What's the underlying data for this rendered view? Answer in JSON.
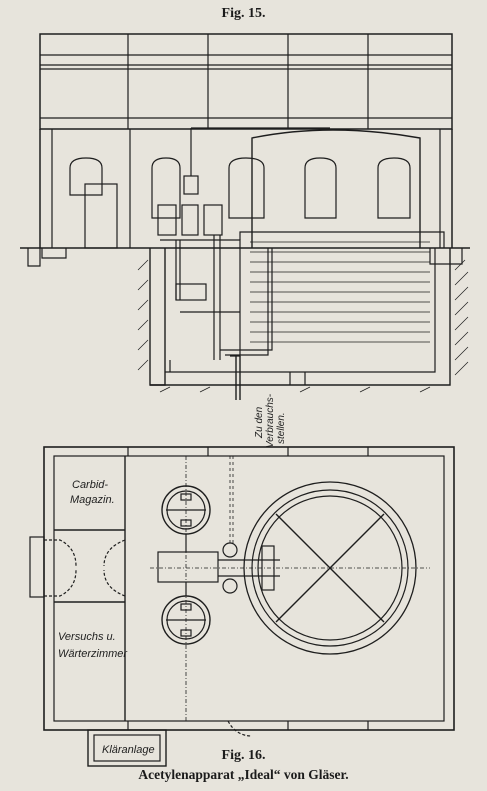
{
  "captions": {
    "fig15": "Fig. 15.",
    "fig16": "Fig. 16.",
    "title": "Acetylenapparat „Ideal“ von Gläser."
  },
  "labels": {
    "pipe_line1": "Zu den",
    "pipe_line2": "Verbrauchs-",
    "pipe_line3": "stellen.",
    "carbid_line1": "Carbid-",
    "carbid_line2": "Magazin.",
    "versuchs_line1": "Versuchs u.",
    "versuchs_line2": "Wärterzimmer",
    "klaeranlage": "Kläranlage"
  },
  "colors": {
    "paper": "#e7e4dc",
    "ink": "#1e1e1e"
  }
}
